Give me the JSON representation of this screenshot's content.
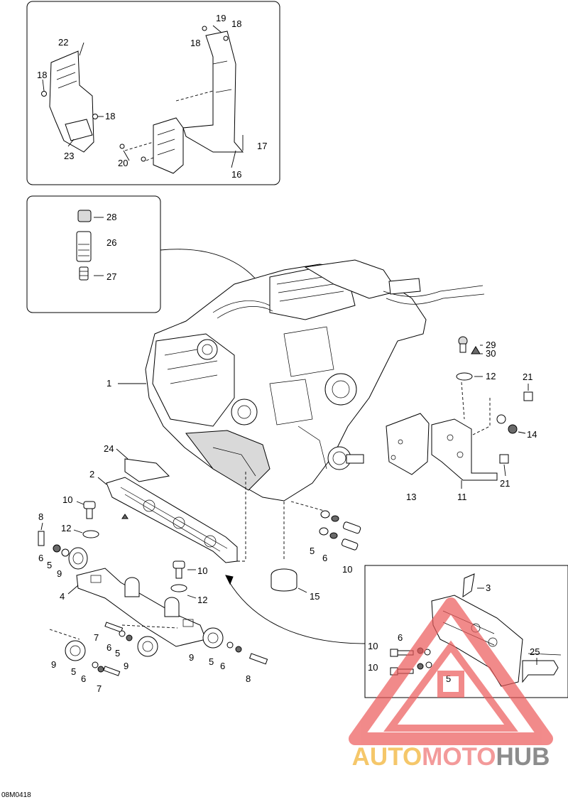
{
  "figure_code": "08M0418",
  "watermark": {
    "part1": "AUTO",
    "part2": "MOTO",
    "part3": "HUB",
    "colors": {
      "auto": "#f5c76a",
      "moto": "#f39a9a",
      "hub": "#8c8c8c",
      "triangle": "#ec5a5a"
    }
  },
  "callouts": {
    "c1": "1",
    "c2": "2",
    "c3": "3",
    "c4": "4",
    "c5a": "5",
    "c5b": "5",
    "c5c": "5",
    "c5d": "5",
    "c5e": "5",
    "c5f": "5",
    "c6a": "6",
    "c6b": "6",
    "c6c": "6",
    "c6d": "6",
    "c6e": "6",
    "c6f": "6",
    "c7a": "7",
    "c7b": "7",
    "c8a": "8",
    "c8b": "8",
    "c9a": "9",
    "c9b": "9",
    "c9c": "9",
    "c9d": "9",
    "c10a": "10",
    "c10b": "10",
    "c10c": "10",
    "c10d": "10",
    "c10e": "10",
    "c11": "11",
    "c12a": "12",
    "c12b": "12",
    "c12c": "12",
    "c13": "13",
    "c14": "14",
    "c15": "15",
    "c16": "16",
    "c17": "17",
    "c18a": "18",
    "c18b": "18",
    "c18c": "18",
    "c18d": "18",
    "c19": "19",
    "c20": "20",
    "c21a": "21",
    "c21b": "21",
    "c22": "22",
    "c23": "23",
    "c24": "24",
    "c25": "25",
    "c26": "26",
    "c27": "27",
    "c28": "28",
    "c29": "29",
    "c30": "30"
  }
}
